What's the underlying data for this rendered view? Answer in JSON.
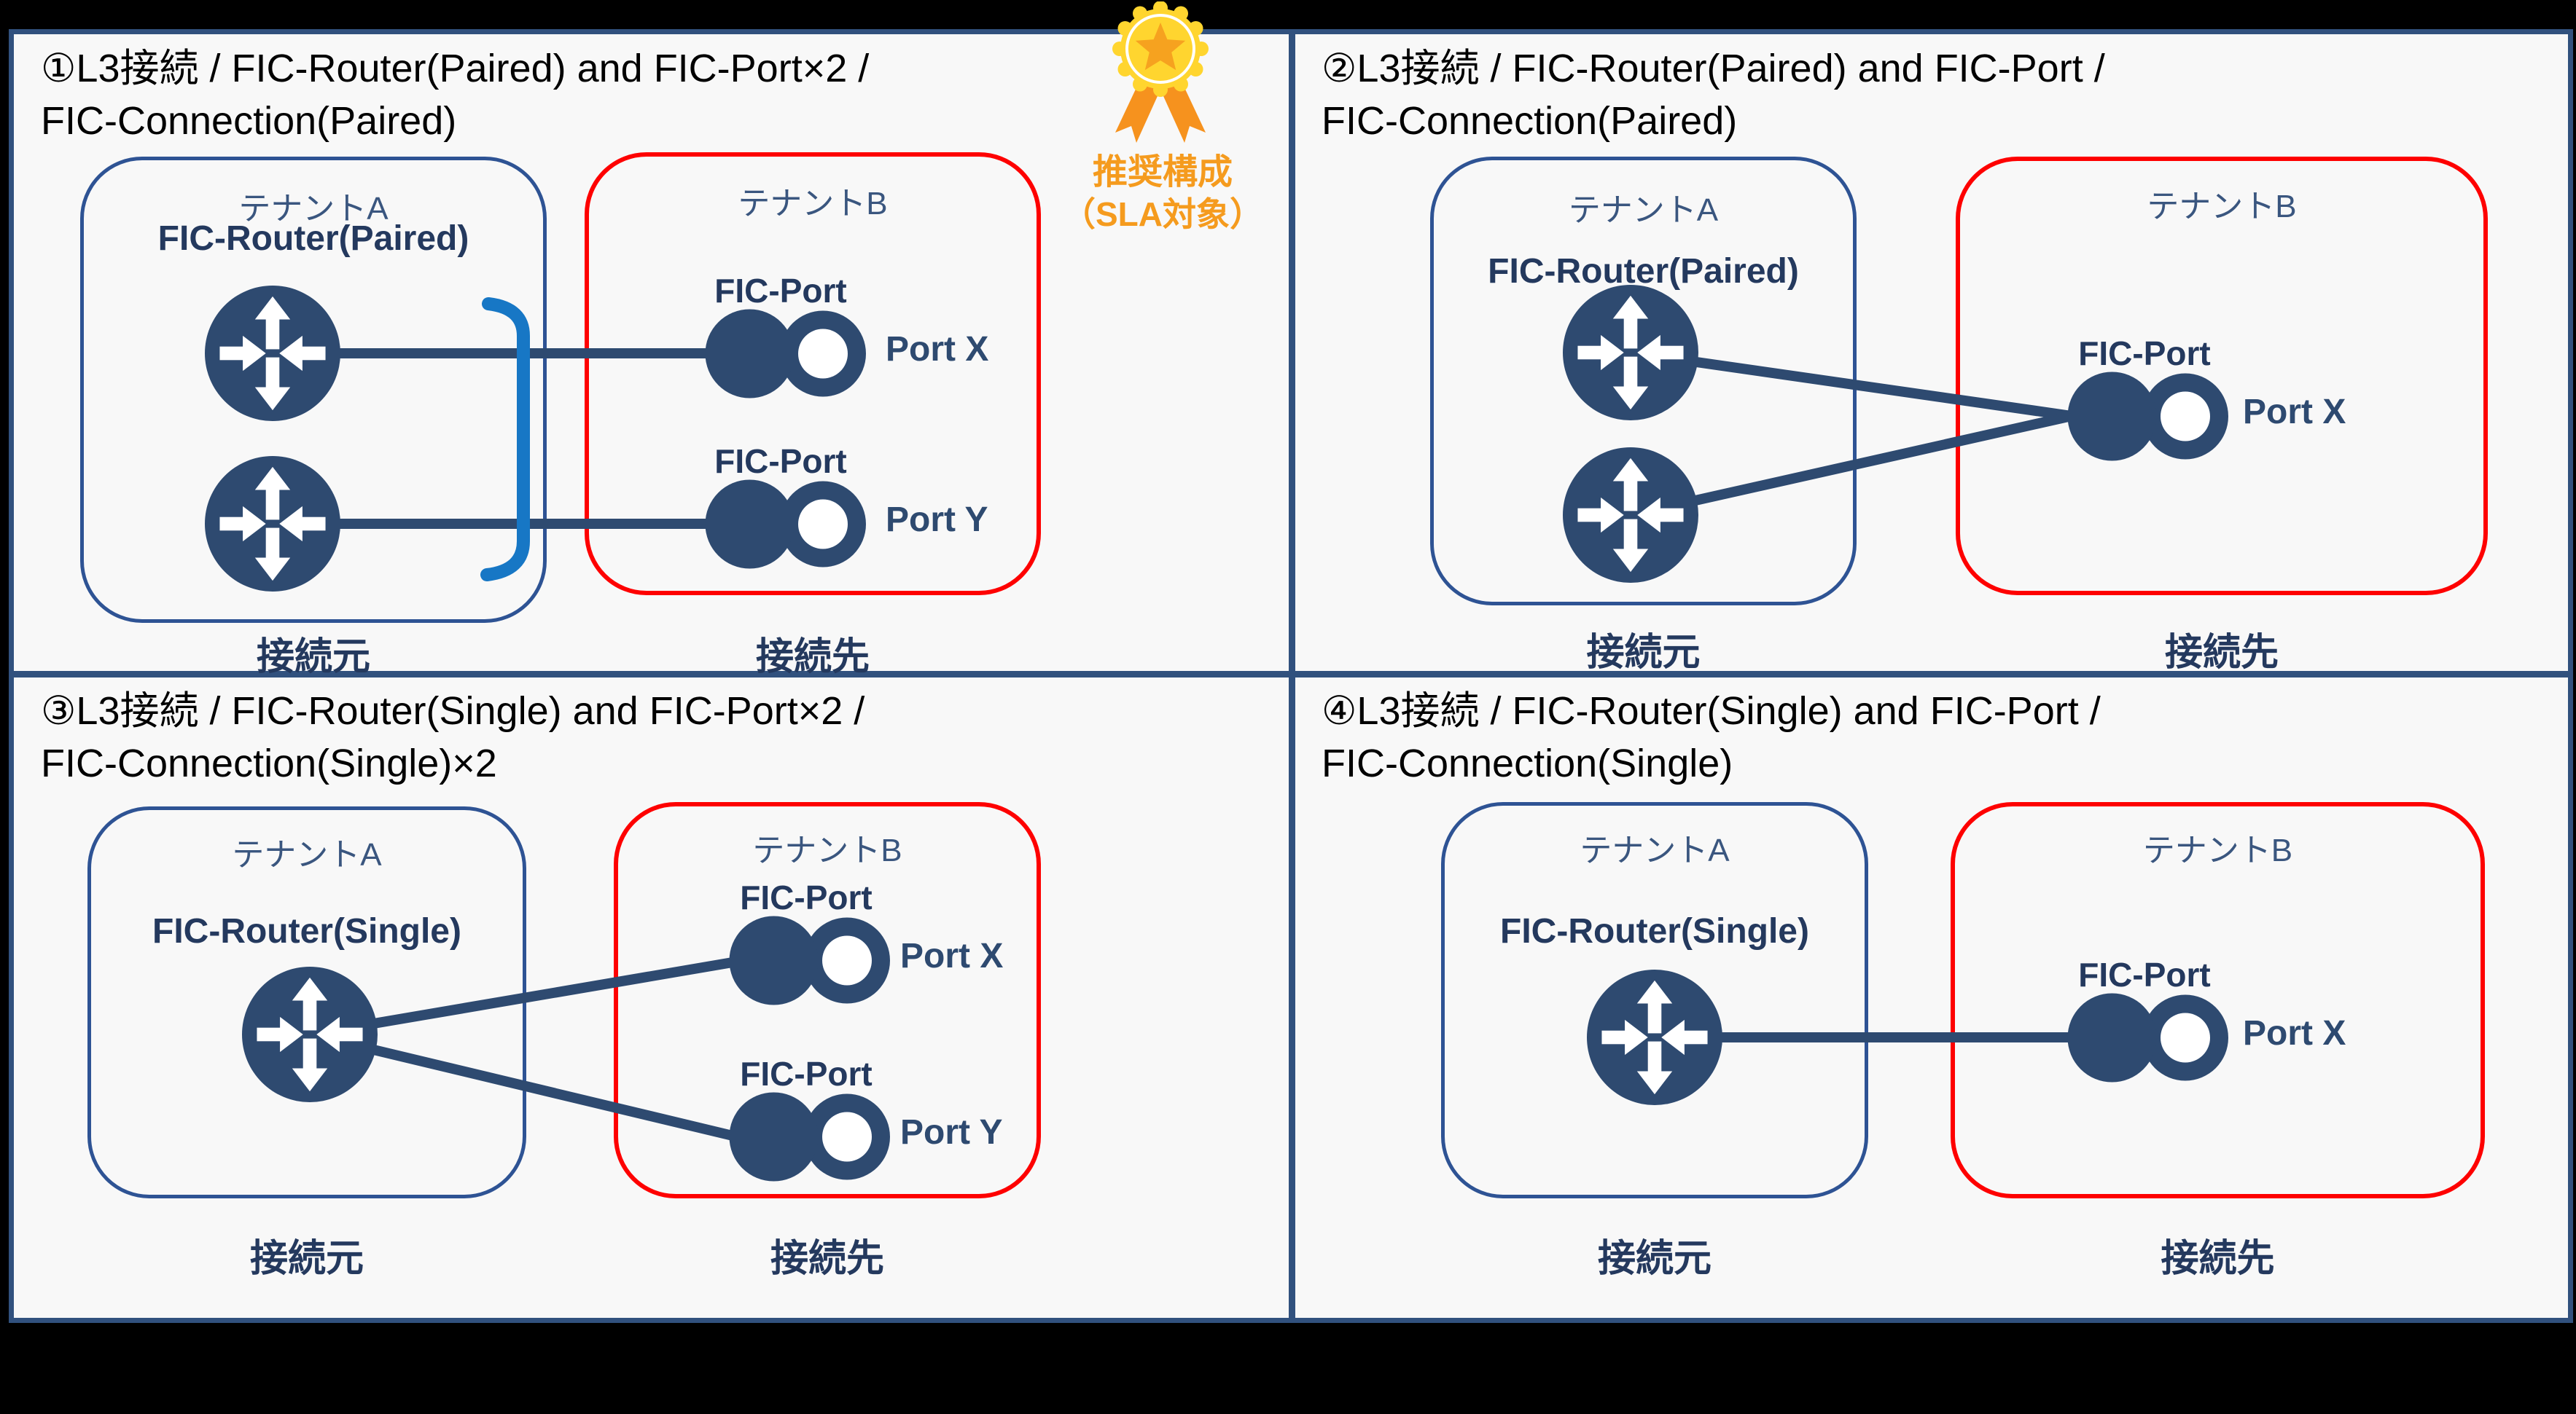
{
  "colors": {
    "frame": "#31517E",
    "tenant_a_border": "#2E5394",
    "tenant_b_border": "#FE0000",
    "line_and_icon_navy": "#2E4A70",
    "strong_label_navy": "#24395E",
    "tenant_label_navy": "#3A567F",
    "paired_bracket_blue": "#1777C5",
    "badge_text_orange": "#F59B1E",
    "medal_yellow": "#FFD52F",
    "medal_ribbon_orange": "#F6921E",
    "medal_star_orange": "#F6A21F",
    "panel_background": "#F8F8F8",
    "title_text": "#000000"
  },
  "badge": {
    "line1": "推奨構成",
    "line2": "（SLA対象）"
  },
  "shared": {
    "tenant_a": "テナントA",
    "tenant_b": "テナントB",
    "source_label": "接続元",
    "dest_label": "接続先",
    "fic_port": "FIC-Port"
  },
  "quadrants": [
    {
      "title1": "①L3接続 / FIC-Router(Paired) and FIC-Port×2 /",
      "title2": "FIC-Connection(Paired)",
      "router_label": "FIC-Router(Paired)",
      "port1_name": "Port X",
      "port2_name": "Port Y"
    },
    {
      "title1": "②L3接続 / FIC-Router(Paired) and FIC-Port /",
      "title2": "FIC-Connection(Paired)",
      "router_label": "FIC-Router(Paired)",
      "port1_name": "Port X"
    },
    {
      "title1": "③L3接続 / FIC-Router(Single) and FIC-Port×2 /",
      "title2": "FIC-Connection(Single)×2",
      "router_label": "FIC-Router(Single)",
      "port1_name": "Port X",
      "port2_name": "Port Y"
    },
    {
      "title1": "④L3接続 / FIC-Router(Single) and FIC-Port /",
      "title2": "FIC-Connection(Single)",
      "router_label": "FIC-Router(Single)",
      "port1_name": "Port X"
    }
  ]
}
